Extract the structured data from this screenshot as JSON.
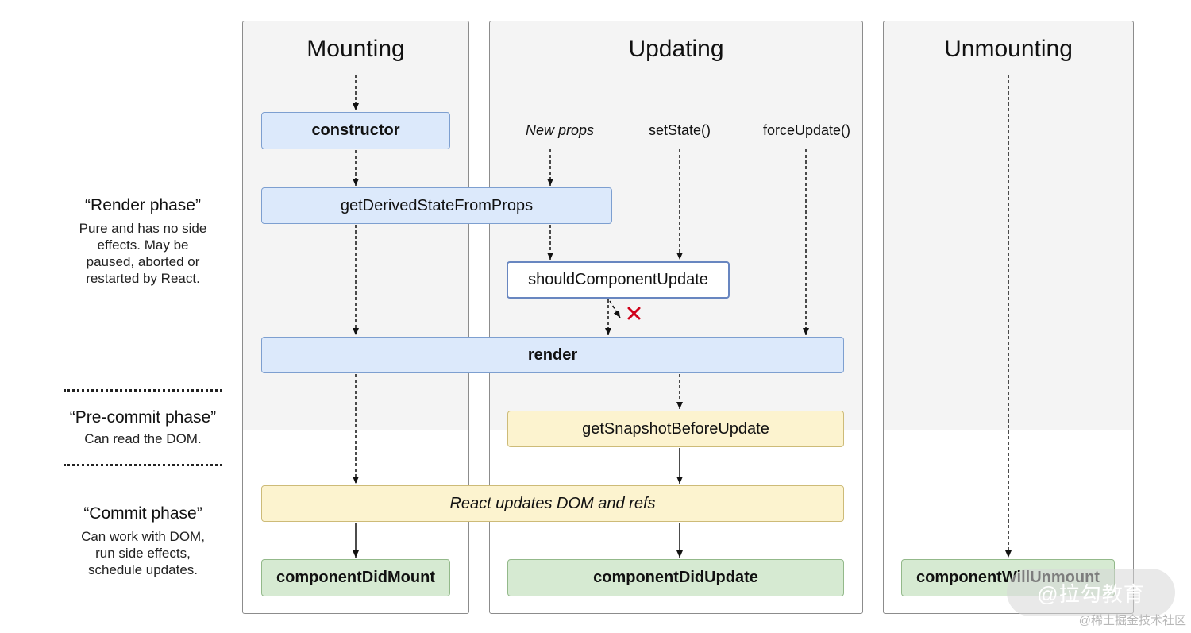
{
  "columns": {
    "mounting": "Mounting",
    "updating": "Updating",
    "unmounting": "Unmounting"
  },
  "triggers": {
    "new_props": "New props",
    "set_state": "setState()",
    "force_update": "forceUpdate()"
  },
  "methods": {
    "constructor": "constructor",
    "get_derived_state": "getDerivedStateFromProps",
    "should_component_update": "shouldComponentUpdate",
    "render": "render",
    "get_snapshot": "getSnapshotBeforeUpdate",
    "react_updates_dom": "React updates DOM and refs",
    "component_did_mount": "componentDidMount",
    "component_did_update": "componentDidUpdate",
    "component_will_unmount": "componentWillUnmount"
  },
  "phases": {
    "render": {
      "title": "“Render phase”",
      "desc": [
        "Pure and has no side",
        "effects. May be",
        "paused, aborted or",
        "restarted by React."
      ]
    },
    "precommit": {
      "title": "“Pre-commit phase”",
      "desc": [
        "Can read the DOM."
      ]
    },
    "commit": {
      "title": "“Commit phase”",
      "desc": [
        "Can work with DOM,",
        "run side effects,",
        "schedule updates."
      ]
    }
  },
  "watermark": {
    "main": "@拉勾教育",
    "sub": "@稀土掘金技术社区"
  },
  "colors": {
    "render_box": "#dce9fb",
    "commit_box": "#fcf3cf",
    "lifecycle_end_box": "#d6ead2",
    "cancel_mark": "#d0021b"
  }
}
